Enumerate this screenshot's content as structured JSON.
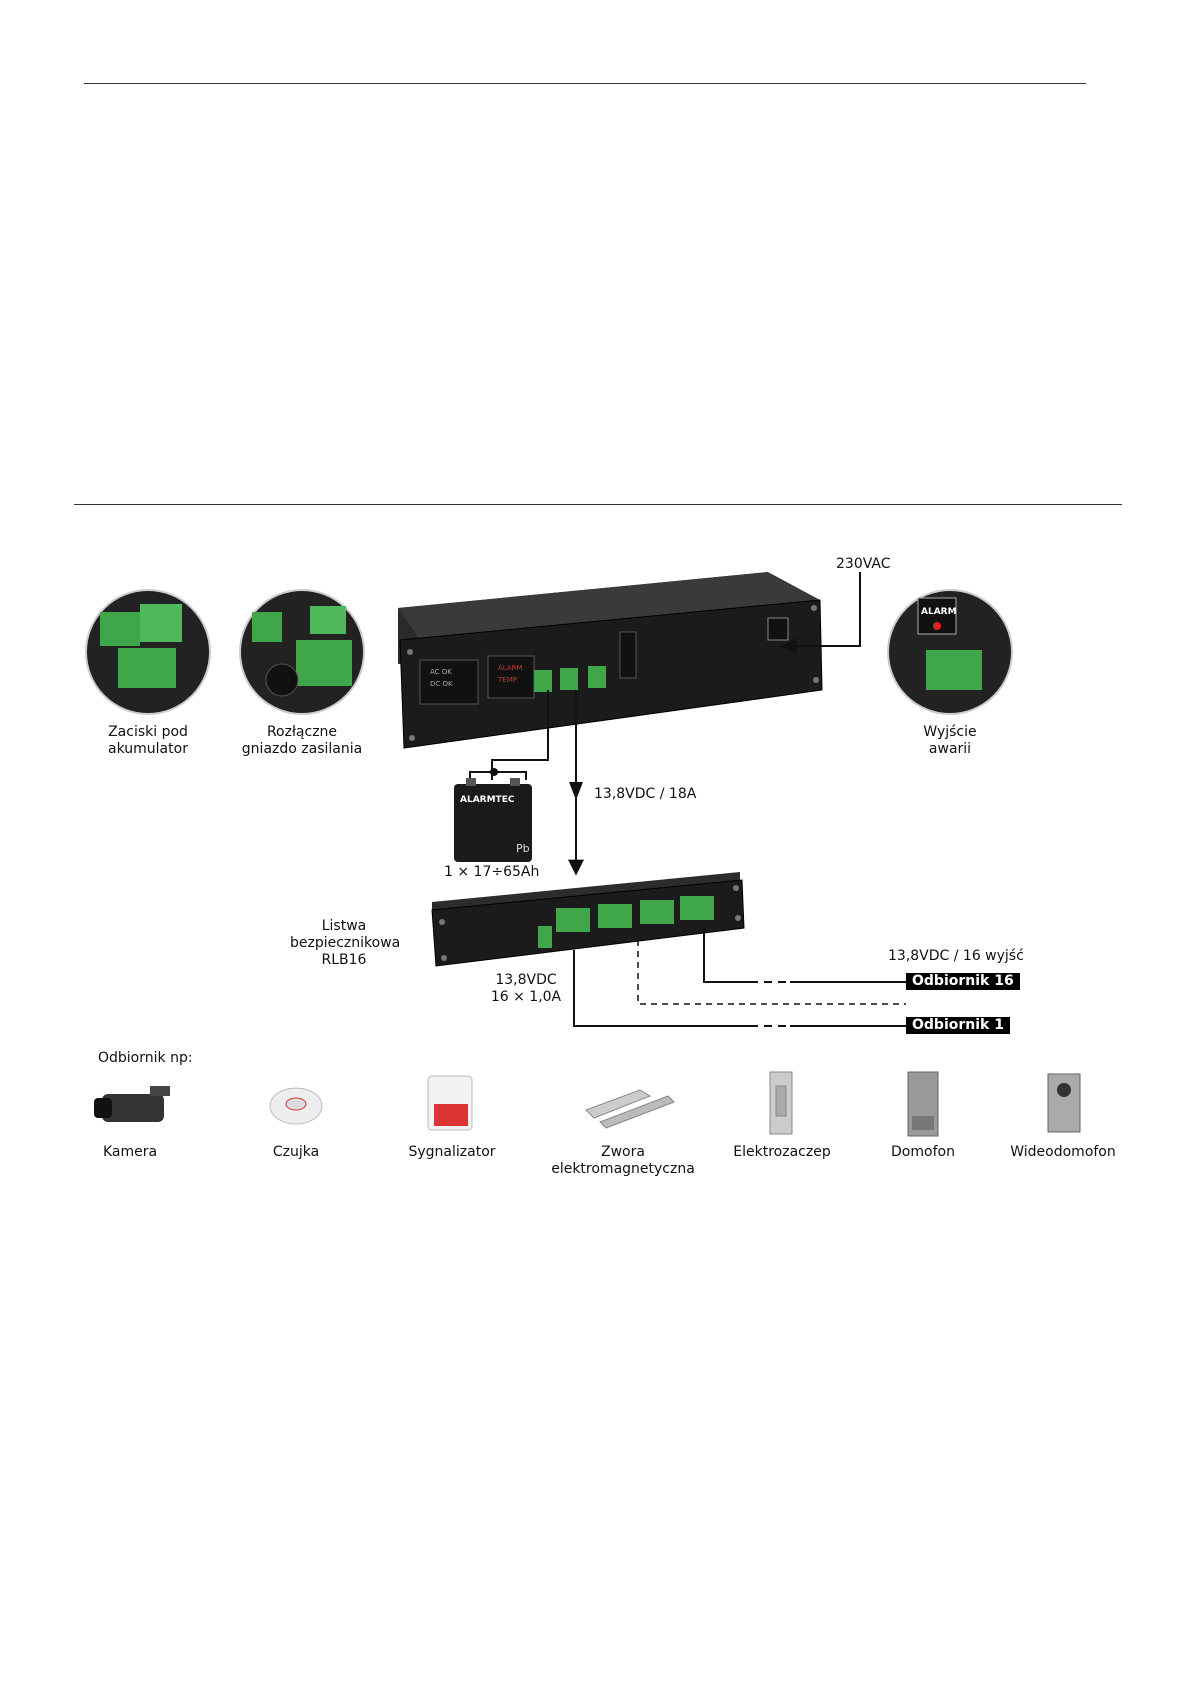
{
  "labels": {
    "mains": "230VAC",
    "battery_terminals": [
      "Zaciski pod",
      "akumulator"
    ],
    "power_socket": [
      "Rozłączne",
      "gniazdo zasilania"
    ],
    "fault_output": [
      "Wyjście",
      "awarii"
    ],
    "main_output": "13,8VDC / 18A",
    "battery": "1 × 17÷65Ah",
    "battery_brand": "ALARMTEC",
    "fuse_strip": [
      "Listwa",
      "bezpiecznikowa",
      "RLB16"
    ],
    "strip_output": [
      "13,8VDC",
      "16 × 1,0A"
    ],
    "outputs_total": "13,8VDC / 16 wyjść",
    "receiver_16": "Odbiornik 16",
    "receiver_1": "Odbiornik 1",
    "receivers_example": "Odbiornik np:",
    "alarm_badge": "ALARM"
  },
  "devices": [
    {
      "label": "Kamera",
      "icon": "camera-icon"
    },
    {
      "label": "Czujka",
      "icon": "smoke-detector-icon"
    },
    {
      "label": "Sygnalizator",
      "icon": "siren-icon"
    },
    {
      "label": "Zwora\nelektromagnetyczna",
      "icon": "magnetic-lock-icon"
    },
    {
      "label": "Elektrozaczep",
      "icon": "electric-strike-icon"
    },
    {
      "label": "Domofon",
      "icon": "intercom-icon"
    },
    {
      "label": "Wideodomofon",
      "icon": "video-intercom-icon"
    }
  ],
  "colors": {
    "connector_green": "#3fa64a",
    "device_black": "#1a1a1a",
    "line": "#111111"
  }
}
